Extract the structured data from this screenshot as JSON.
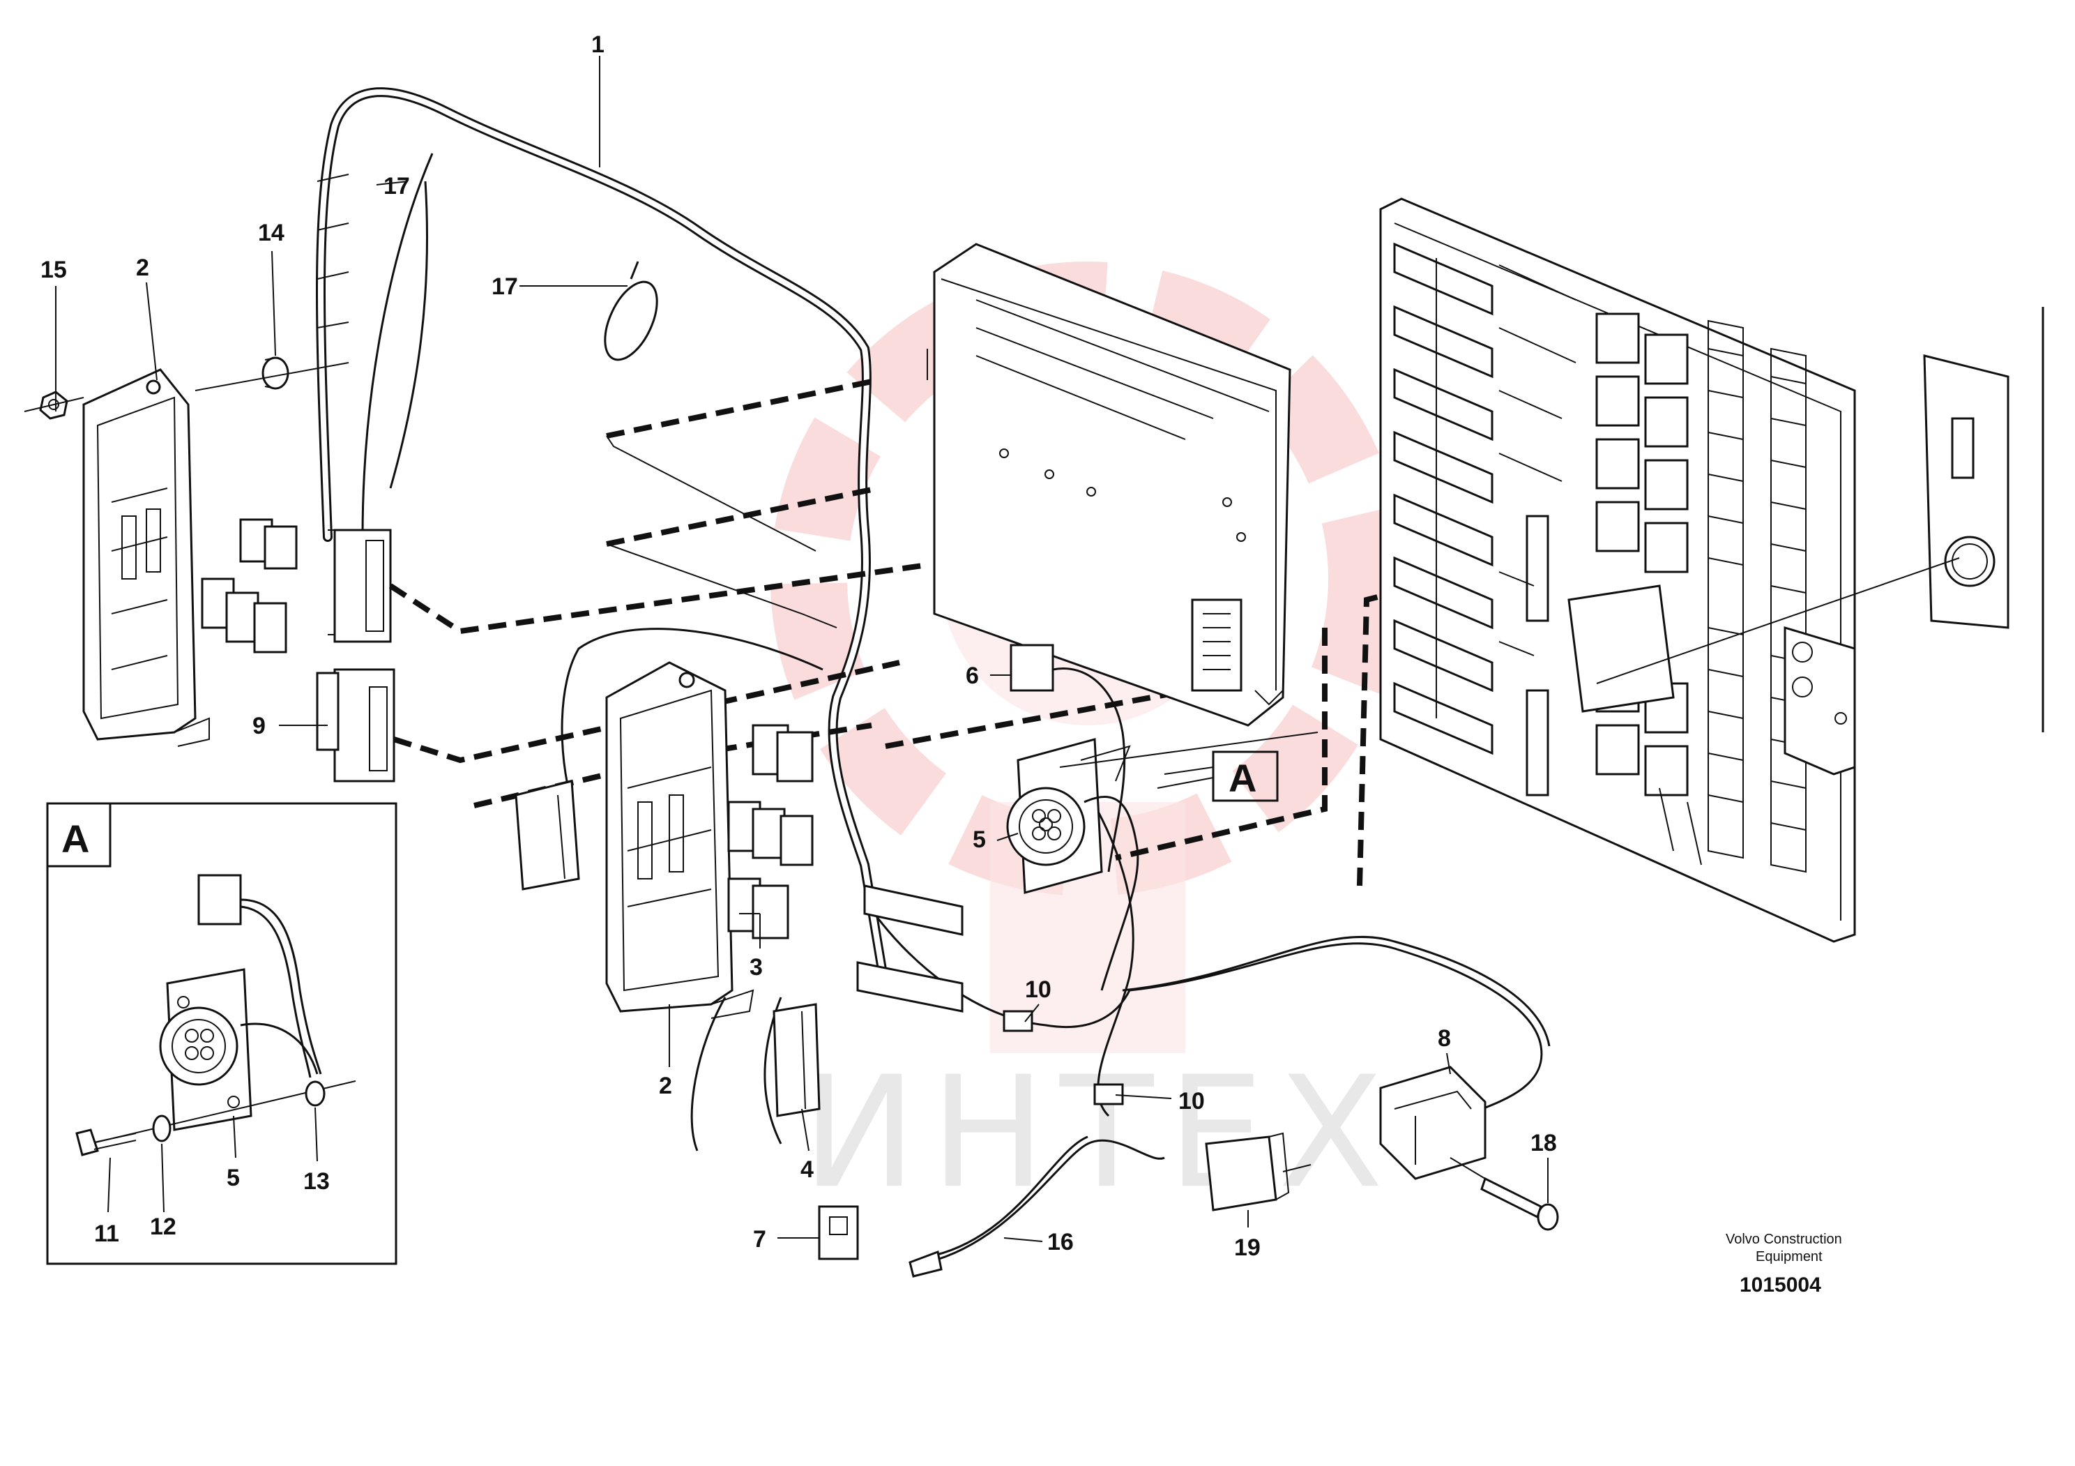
{
  "callouts": [
    {
      "id": "1",
      "label": "1"
    },
    {
      "id": "2a",
      "label": "2"
    },
    {
      "id": "2b",
      "label": "2"
    },
    {
      "id": "3",
      "label": "3"
    },
    {
      "id": "4",
      "label": "4"
    },
    {
      "id": "5a",
      "label": "5"
    },
    {
      "id": "5b",
      "label": "5"
    },
    {
      "id": "6",
      "label": "6"
    },
    {
      "id": "7",
      "label": "7"
    },
    {
      "id": "8",
      "label": "8"
    },
    {
      "id": "9",
      "label": "9"
    },
    {
      "id": "10a",
      "label": "10"
    },
    {
      "id": "10b",
      "label": "10"
    },
    {
      "id": "11",
      "label": "11"
    },
    {
      "id": "12",
      "label": "12"
    },
    {
      "id": "13",
      "label": "13"
    },
    {
      "id": "14",
      "label": "14"
    },
    {
      "id": "15",
      "label": "15"
    },
    {
      "id": "16",
      "label": "16"
    },
    {
      "id": "17a",
      "label": "17"
    },
    {
      "id": "17b",
      "label": "17"
    },
    {
      "id": "18",
      "label": "18"
    },
    {
      "id": "19",
      "label": "19"
    }
  ],
  "detail": {
    "label": "A"
  },
  "detail_reference": {
    "label": "A"
  },
  "credit": {
    "line1": "Volvo Construction",
    "line2": "Equipment"
  },
  "document_number": "1015004",
  "watermark": {
    "text": "ИНТЕХ",
    "color": "#f08080"
  }
}
